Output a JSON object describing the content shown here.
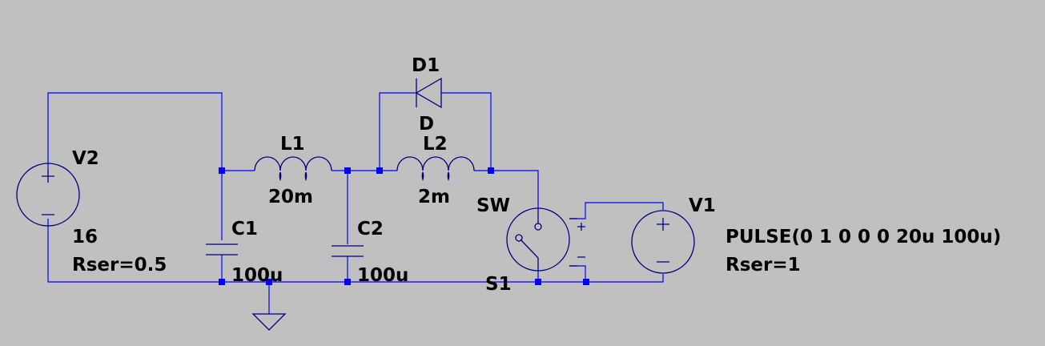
{
  "components": {
    "V2": {
      "name": "V2",
      "value": "16",
      "param": "Rser=0.5"
    },
    "L1": {
      "name": "L1",
      "value": "20m"
    },
    "L2": {
      "name": "L2",
      "value": "2m"
    },
    "C1": {
      "name": "C1",
      "value": "100u"
    },
    "C2": {
      "name": "C2",
      "value": "100u"
    },
    "D1": {
      "name": "D1",
      "model": "D"
    },
    "S1": {
      "name": "S1",
      "model": "SW"
    },
    "V1": {
      "name": "V1",
      "value": "PULSE(0 1 0 0 0 20u 100u)",
      "param": "Rser=1"
    }
  },
  "colors": {
    "background": "#c0c0c0",
    "wire": "#0000ff",
    "component": "#000080",
    "text": "#000000"
  }
}
